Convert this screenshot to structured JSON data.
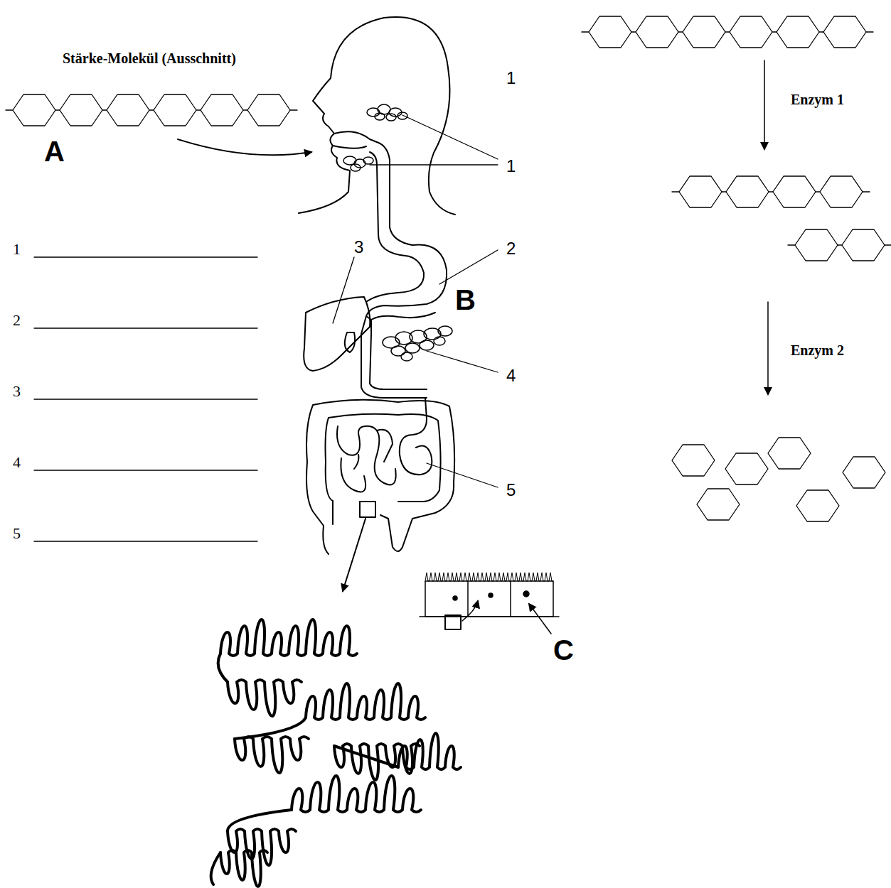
{
  "diagram": {
    "labels": [
      "Stärke-Molekül (Ausschnitt)",
      "A",
      "1",
      "1",
      "2",
      "3",
      "4",
      "5",
      "B",
      "C",
      "Enzym 1",
      "Enzym 2",
      "1",
      "2",
      "3",
      "4",
      "5"
    ]
  }
}
